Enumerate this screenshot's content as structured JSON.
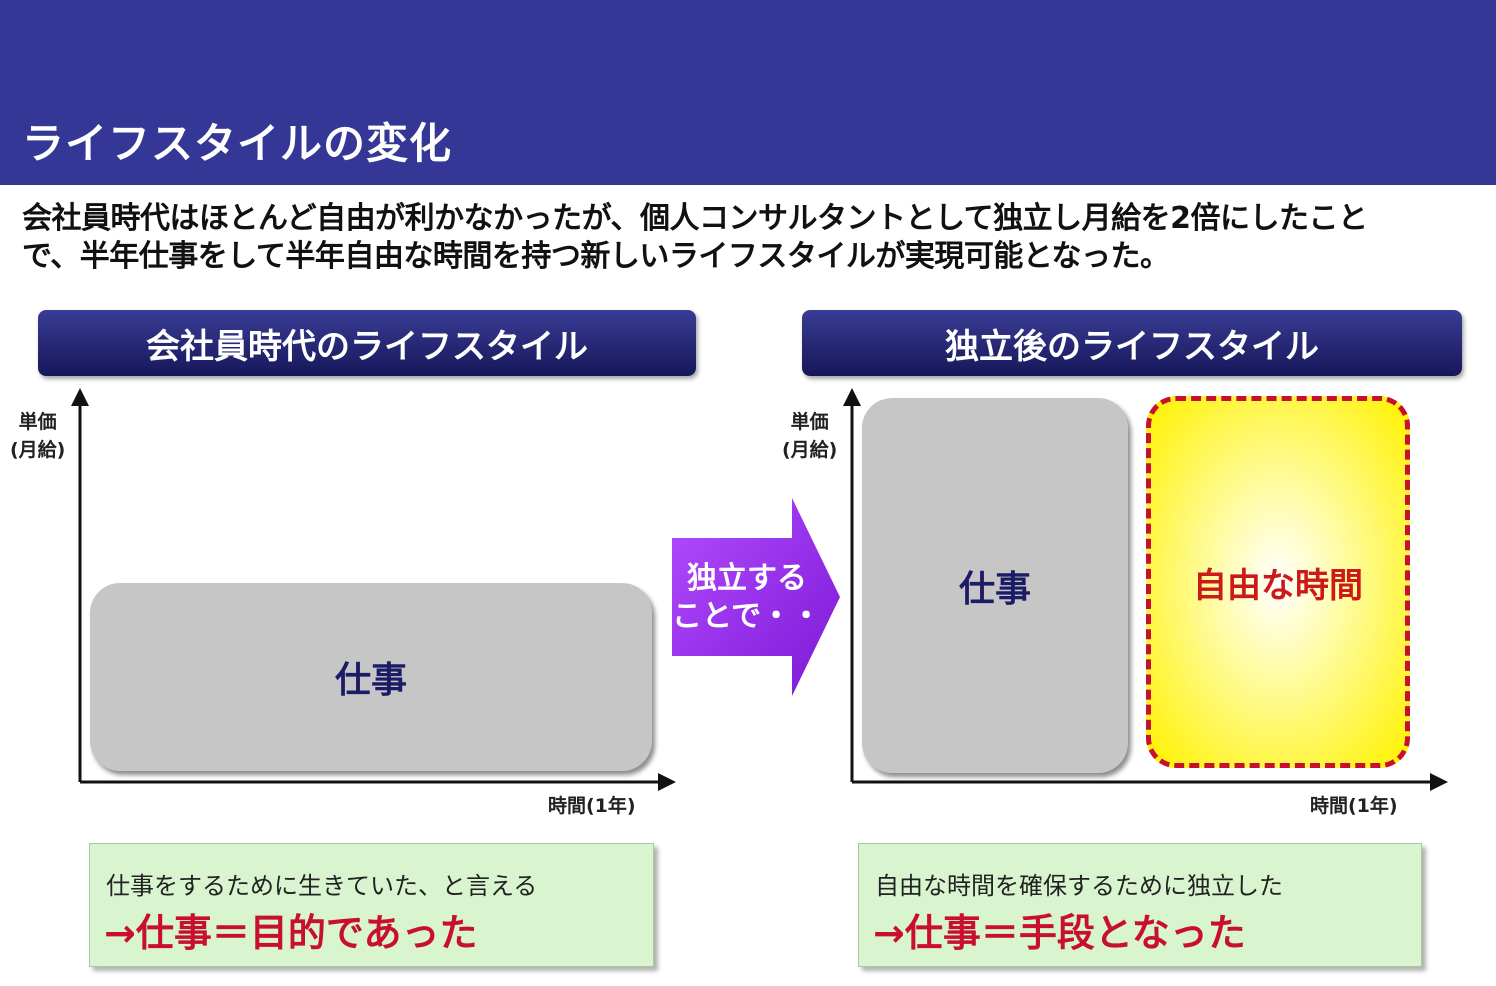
{
  "header": {
    "title": "ライフスタイルの変化"
  },
  "summary": {
    "line1": "会社員時代はほとんど自由が利かなかったが、個人コンサルタントとして独立し月給を2倍にしたこと",
    "line2": "で、半年仕事をして半年自由な時間を持つ新しいライフスタイルが実現可能となった。"
  },
  "left_panel": {
    "title": "会社員時代のライフスタイル",
    "y_axis_label_line1": "単価",
    "y_axis_label_line2": "(月給)",
    "x_axis_label": "時間(1年)",
    "work_label": "仕事",
    "note_line1": "仕事をするために生きていた、と言える",
    "note_line2": "→仕事＝目的であった"
  },
  "transition": {
    "line1": "独立する",
    "line2": "ことで・・・"
  },
  "right_panel": {
    "title": "独立後のライフスタイル",
    "y_axis_label_line1": "単価",
    "y_axis_label_line2": "(月給)",
    "x_axis_label": "時間(1年)",
    "work_label": "仕事",
    "free_time_label": "自由な時間",
    "note_line1": "自由な時間を確保するために独立した",
    "note_line2": "→仕事＝手段となった"
  },
  "colors": {
    "header_bg": "#343795",
    "panel_title_bg": "#1e2070",
    "work_block": "#c6c6c6",
    "free_time_fill": "#fff200",
    "free_time_border": "#c8102e",
    "arrow": "#9b2cf0",
    "note_bg": "#d8f5cf",
    "emphasis_red": "#c8102e"
  }
}
